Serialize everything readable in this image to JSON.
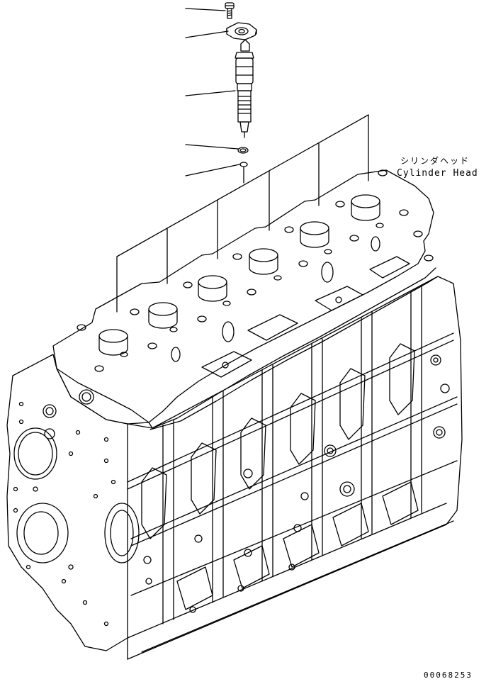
{
  "labels": {
    "part_name_jp": "シリンダヘッド",
    "part_name_en": "Cylinder Head"
  },
  "drawing_number": "00068253",
  "parts": [
    {
      "name": "bolt"
    },
    {
      "name": "injector-clamp"
    },
    {
      "name": "fuel-injector"
    },
    {
      "name": "o-ring"
    },
    {
      "name": "seal-ring"
    }
  ]
}
